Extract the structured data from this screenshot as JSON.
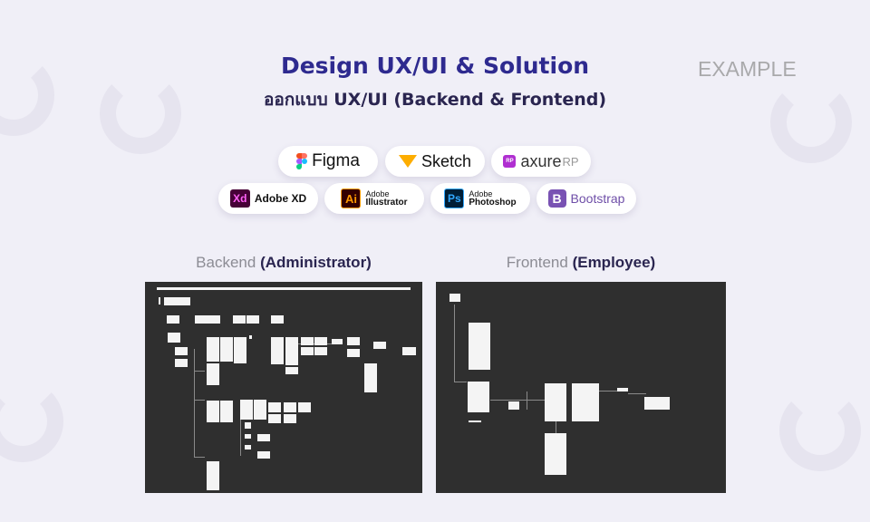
{
  "header": {
    "title": "Design UX/UI & Solution",
    "subtitle": "ออกแบบ UX/UI (Backend & Frontend)",
    "badge": "EXAMPLE"
  },
  "tools": [
    {
      "name": "Figma",
      "icon": "figma-icon"
    },
    {
      "name": "Sketch",
      "icon": "sketch-icon"
    },
    {
      "name": "axure",
      "suffix": "RP",
      "icon": "axure-icon",
      "icon_text": "RP"
    },
    {
      "name": "Adobe XD",
      "icon": "adobe-xd-icon",
      "icon_text": "Xd"
    },
    {
      "name_top": "Adobe",
      "name_bottom": "Illustrator",
      "icon": "illustrator-icon",
      "icon_text": "Ai"
    },
    {
      "name_top": "Adobe",
      "name_bottom": "Photoshop",
      "icon": "photoshop-icon",
      "icon_text": "Ps"
    },
    {
      "name": "Bootstrap",
      "icon": "bootstrap-icon",
      "icon_text": "B"
    }
  ],
  "sections": {
    "backend": {
      "label": "Backend",
      "role": "(Administrator)"
    },
    "frontend": {
      "label": "Frontend",
      "role": "(Employee)"
    }
  },
  "colors": {
    "title": "#2e2a8f",
    "panel": "#2f2f2f",
    "bootstrap": "#7952b3",
    "axure": "#b02fd1"
  }
}
